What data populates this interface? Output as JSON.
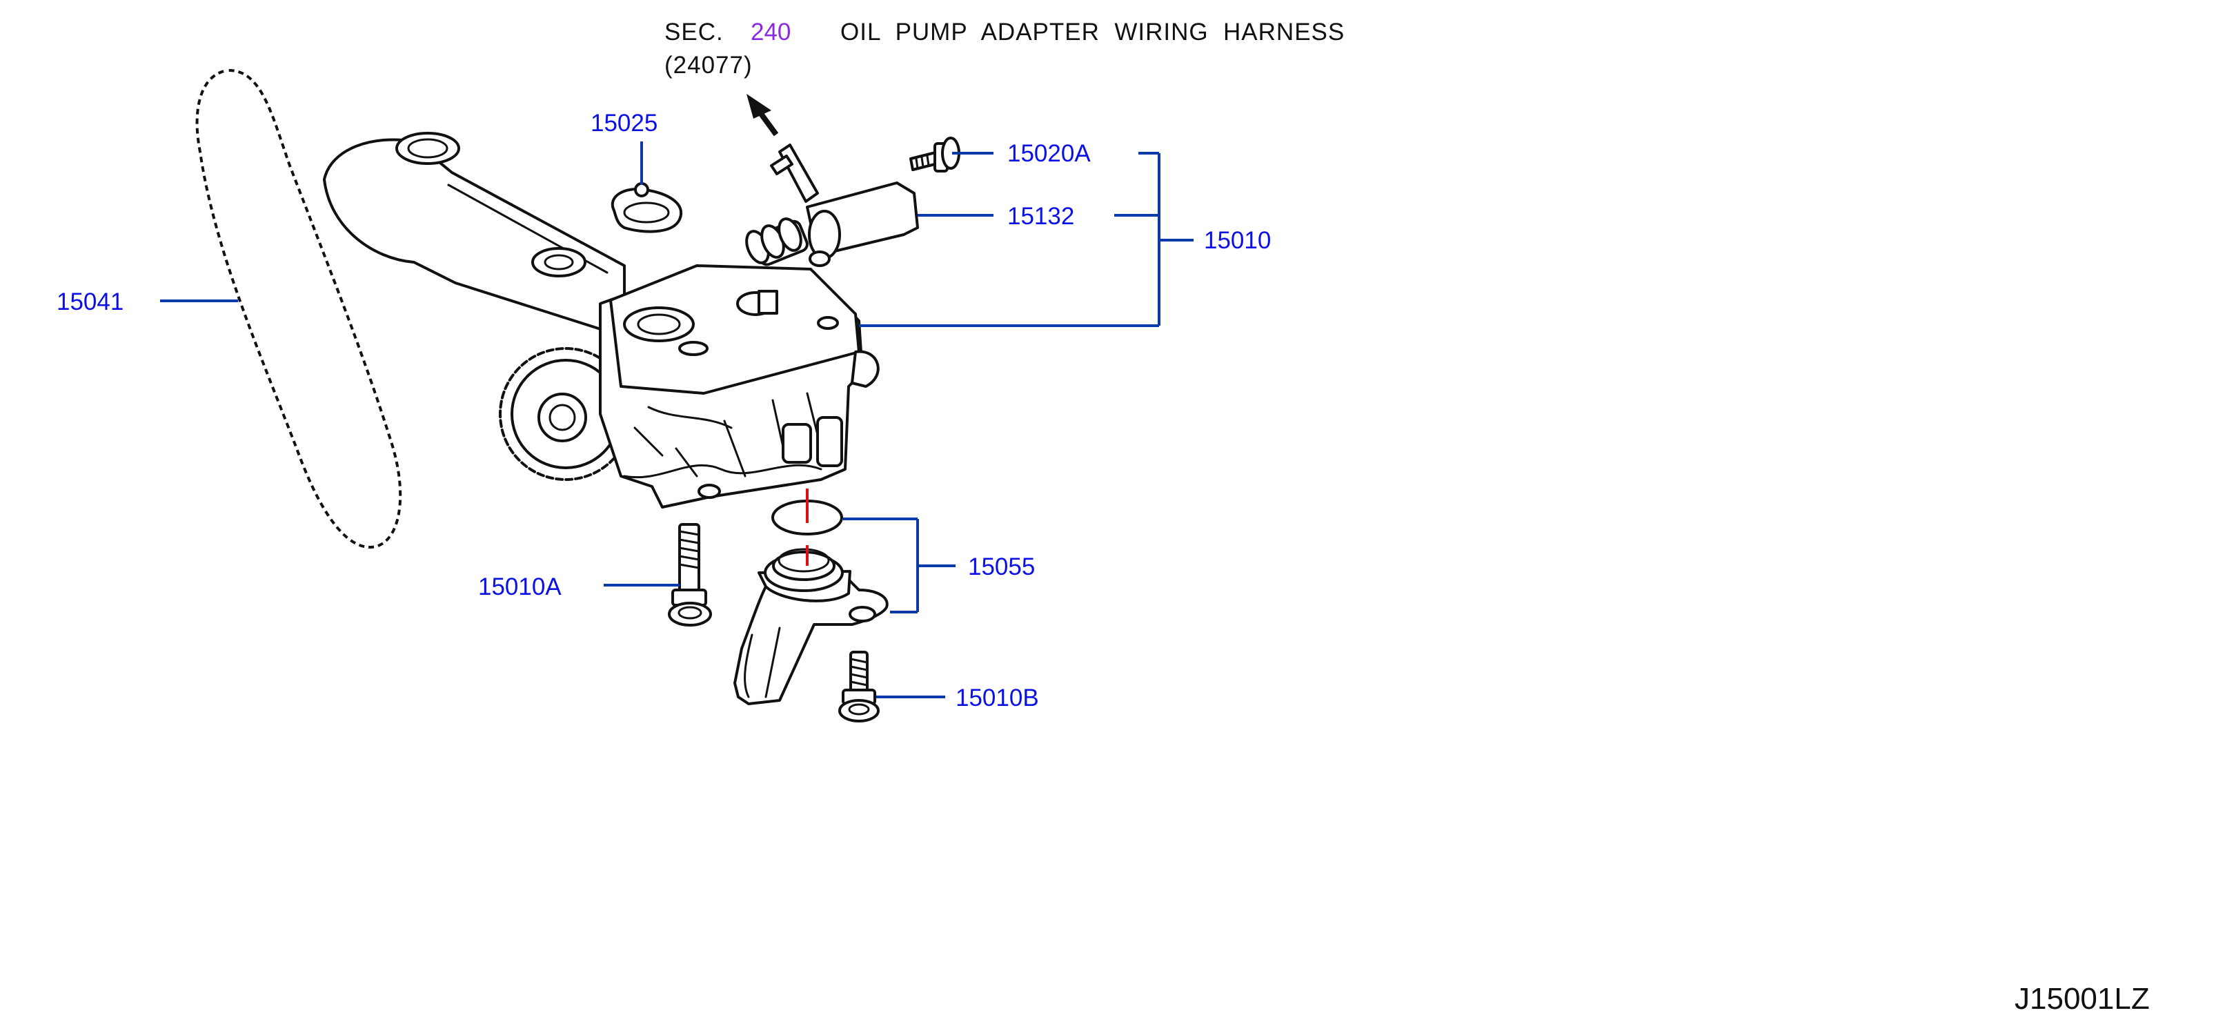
{
  "header": {
    "sec_prefix": "SEC.",
    "sec_number": "240",
    "sec_title": "OIL  PUMP  ADAPTER  WIRING  HARNESS",
    "sec_code": "(24077)"
  },
  "parts": {
    "p15025": "15025",
    "p15020A": "15020A",
    "p15132": "15132",
    "p15010": "15010",
    "p15041": "15041",
    "p15055": "15055",
    "p15010A": "15010A",
    "p15010B": "15010B"
  },
  "drawing_code": "J15001LZ",
  "colors": {
    "part_number": "#0a10e6",
    "leader_line": "#0b3aa8",
    "section_link": "#8a2be2",
    "alignment_mark": "#e01010",
    "linework": "#111111"
  },
  "icons": {
    "direction_arrow": "arrow-up-left-icon"
  }
}
